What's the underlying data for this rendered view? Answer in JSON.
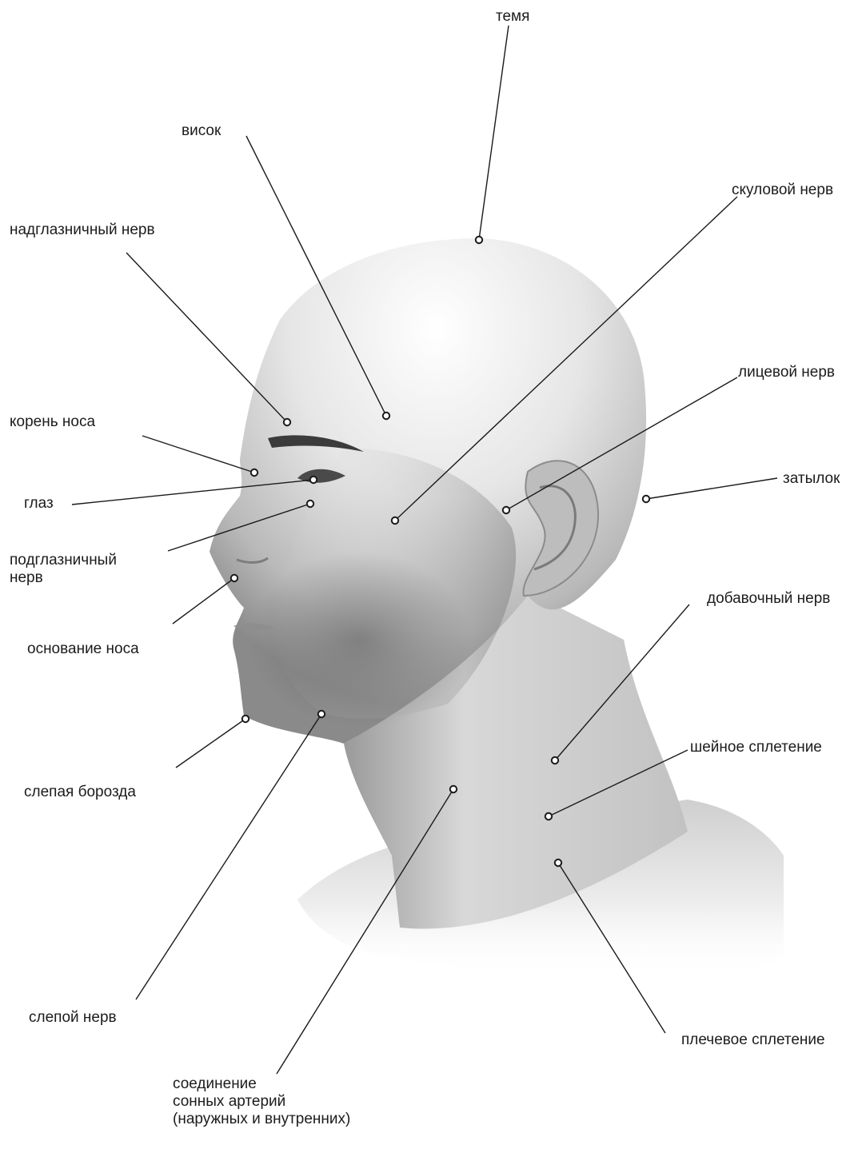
{
  "labels": {
    "temya": "темя",
    "visok": "висок",
    "skulovoy": "скуловой нерв",
    "nadglaz": "надглазничный нерв",
    "koren": "корень носа",
    "litsevoy": "лицевой нерв",
    "glaz": "глаз",
    "zatylok": "затылок",
    "podglaz_1": "подглазничный",
    "podglaz_2": "нерв",
    "osnovanie": "основание носа",
    "dobavochny": "добавочный нерв",
    "shejnoe": "шейное сплетение",
    "slepaya": "слепая борозда",
    "slepoy": "слепой нерв",
    "plechevoe": "плечевое сплетение",
    "soed_1": "соединение",
    "soed_2": "сонных артерий",
    "soed_3": "(наружных и внутренних)"
  },
  "colors": {
    "skin_light": "#fafafa",
    "skin_mid": "#c8c8c8",
    "skin_dark": "#6e6e6e",
    "line": "#1a1a1a",
    "text": "#1c1c1c"
  }
}
